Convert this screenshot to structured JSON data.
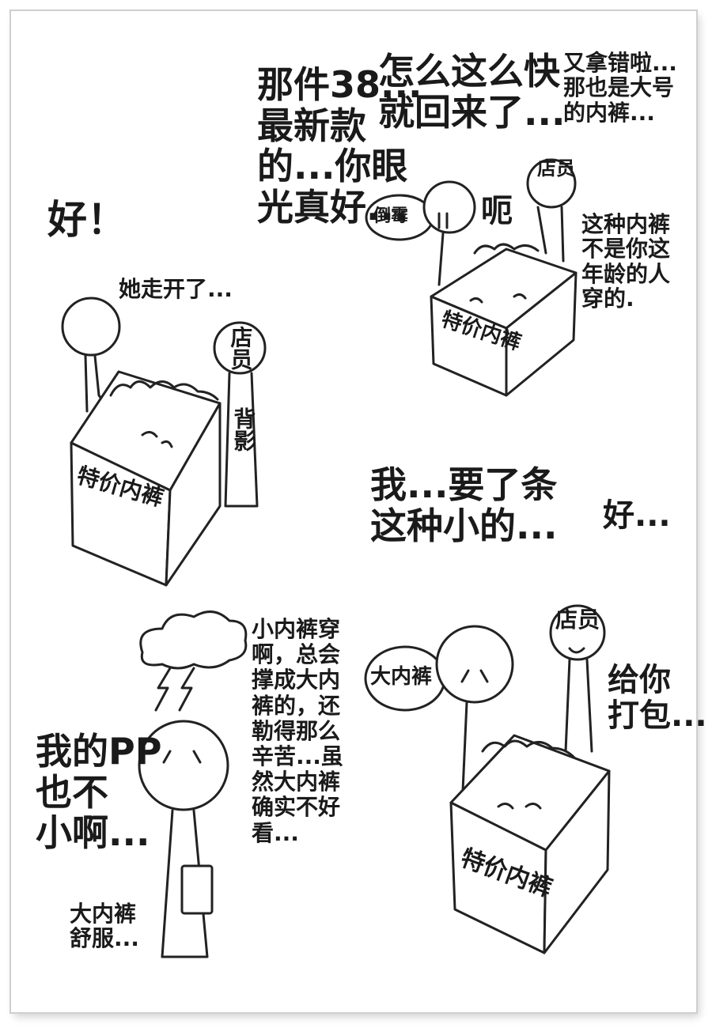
{
  "panels": {
    "p1": {
      "good_exclaim": "好！",
      "she_left": "她走开了...",
      "clerk_head": "店员",
      "clerk_body": "背影",
      "box_label": "特价内裤"
    },
    "p1b": {
      "clerk_speech": "那件38...\n最新款\n的...你眼\n光真好..."
    },
    "p2": {
      "how_fast": "怎么这么快\n就回来了...",
      "wrong_again": "又拿错啦...\n那也是大号\n的内裤...",
      "thought": "倒霉",
      "uh": "呃",
      "clerk_head": "店员",
      "not_for_age": "这种内裤\n不是你这\n年龄的人\n穿的.",
      "box_label": "特价内裤"
    },
    "p3": {
      "my_pp": "我的PP\n也不\n小啊...",
      "big_comfy": "大内裤\n舒服...",
      "monologue": "小内裤穿\n啊，总会\n撑成大内\n裤的，还\n勒得那么\n辛苦...虽\n然大内裤\n确实不好\n看..."
    },
    "p4": {
      "want_small": "我...要了条\n这种小的...",
      "ok": "好...",
      "thought": "大内裤",
      "clerk_head": "店员",
      "pack": "给你\n打包...",
      "box_label": "特价内裤"
    }
  }
}
